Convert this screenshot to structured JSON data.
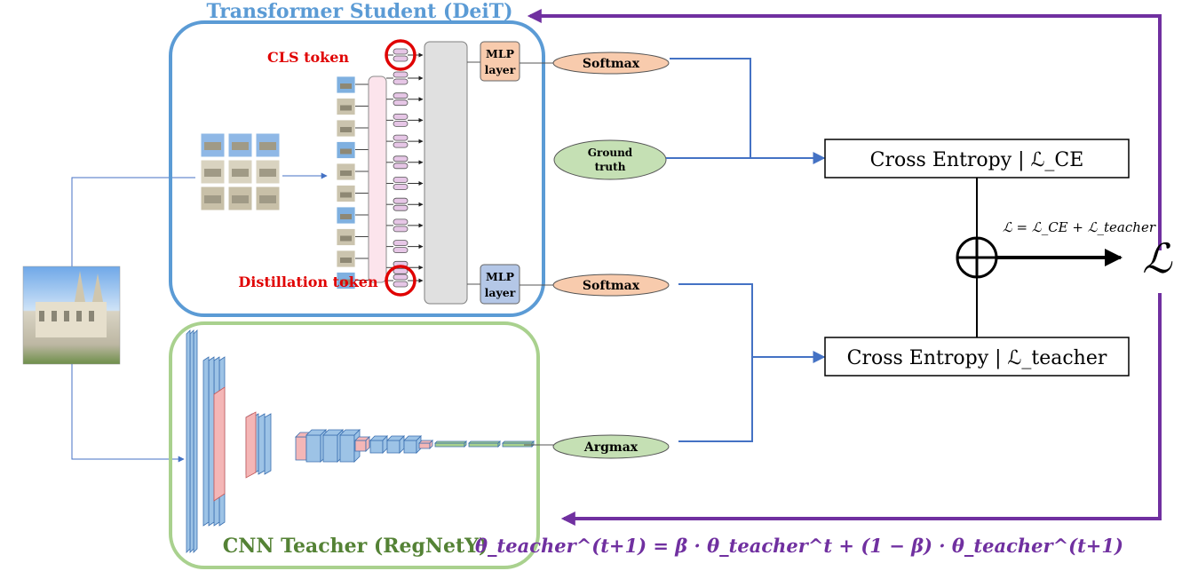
{
  "student": {
    "title": "Transformer Student (DeiT)",
    "cls_token_label": "CLS token",
    "distill_token_label": "Distillation token",
    "mlp_top": [
      "MLP",
      "layer"
    ],
    "mlp_bottom": [
      "MLP",
      "layer"
    ],
    "softmax_top": "Softmax",
    "softmax_bottom": "Softmax"
  },
  "ground_truth": [
    "Ground",
    "truth"
  ],
  "teacher": {
    "title": "CNN Teacher (RegNetY)",
    "argmax": "Argmax"
  },
  "loss": {
    "ce_box": "Cross Entropy | ℒ_CE",
    "teacher_box": "Cross Entropy | ℒ_teacher",
    "total_formula": "ℒ = ℒ_CE + ℒ_teacher",
    "total_symbol": "ℒ",
    "ema_update": "θ_teacher^(t+1) = β · θ_teacher^t + (1 − β) · θ_teacher^(t+1)"
  },
  "colors": {
    "student_border": "#5b9bd5",
    "teacher_border": "#a9d18e",
    "student_title": "#5b9bd5",
    "teacher_title": "#548235",
    "token_label": "#e00000",
    "feedback_arrow": "#7030a0",
    "connector": "#4472c4",
    "softmax_fill": "#f8cbad",
    "mlp_top_fill": "#f8cbad",
    "mlp_bottom_fill": "#b4c7e7",
    "ellipse_green": "#c5e0b4",
    "cnn_blue": "#9dc3e6",
    "cnn_red": "#f4b6b6",
    "cnn_green": "#a9d18e"
  }
}
